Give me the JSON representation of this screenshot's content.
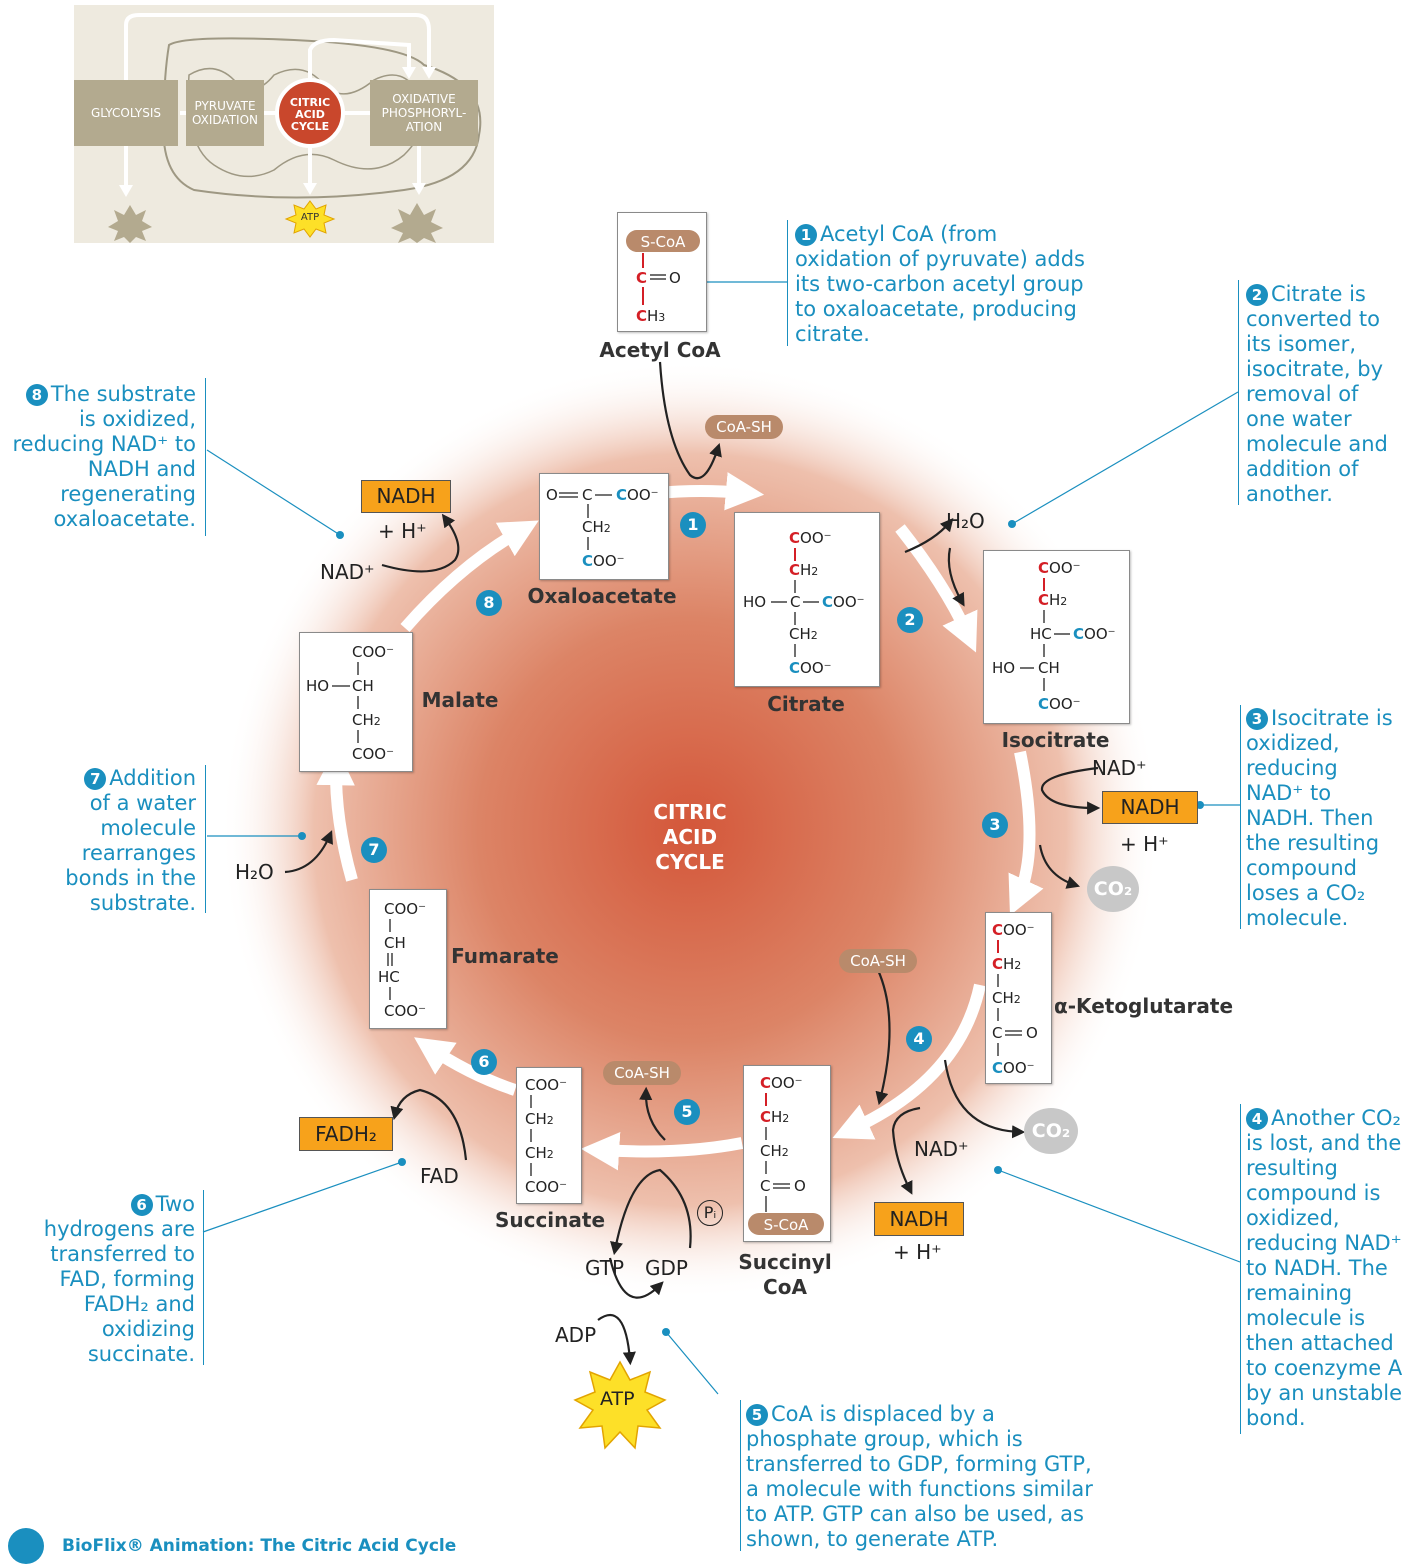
{
  "overview": {
    "glycolysis": "GLYCOLYSIS",
    "pyruvate_l1": "PYRUVATE",
    "pyruvate_l2": "OXIDATION",
    "cac_l1": "CITRIC",
    "cac_l2": "ACID",
    "cac_l3": "CYCLE",
    "ox_l1": "OXIDATIVE",
    "ox_l2": "PHOSPHORYL-",
    "ox_l3": "ATION",
    "atp": "ATP"
  },
  "center": {
    "l1": "CITRIC",
    "l2": "ACID",
    "l3": "CYCLE"
  },
  "molecules": {
    "acetyl_coa": "Acetyl CoA",
    "oxaloacetate": "Oxaloacetate",
    "citrate": "Citrate",
    "isocitrate": "Isocitrate",
    "ketoglutarate": "α-Ketoglutarate",
    "succinyl_l1": "Succinyl",
    "succinyl_l2": "CoA",
    "succinate": "Succinate",
    "fumarate": "Fumarate",
    "malate": "Malate"
  },
  "species": {
    "coa_sh": "CoA-SH",
    "s_coa": "S-CoA",
    "nadh": "NADH",
    "nad_plus": "NAD⁺",
    "h_plus": "+ H⁺",
    "h2o": "H₂O",
    "co2": "CO₂",
    "fadh2": "FADH₂",
    "fad": "FAD",
    "gtp": "GTP",
    "gdp": "GDP",
    "adp": "ADP",
    "atp": "ATP",
    "pi": "Pᵢ"
  },
  "callouts": {
    "c1": {
      "num": "1",
      "text": "Acetyl CoA (from oxidation of pyruvate) adds its two-carbon acetyl group to oxaloacetate, producing citrate."
    },
    "c2": {
      "num": "2",
      "text": "Citrate is converted to its isomer, isocitrate, by removal of one water molecule and addition of another."
    },
    "c3": {
      "num": "3",
      "text": "Isocitrate is oxidized, reducing NAD⁺ to NADH. Then the resulting compound loses a CO₂ molecule."
    },
    "c4": {
      "num": "4",
      "text": "Another CO₂ is lost, and the resulting compound is oxidized, reducing NAD⁺ to NADH. The remaining molecule is then attached to coenzyme A by an unstable bond."
    },
    "c5": {
      "num": "5",
      "text": "CoA is displaced by a phosphate group, which is transferred to GDP, forming GTP, a molecule with functions similar to ATP. GTP can also be used, as shown, to generate ATP."
    },
    "c6": {
      "num": "6",
      "text": "Two hydrogens are transferred to FAD, forming FADH₂ and oxidizing succinate."
    },
    "c7": {
      "num": "7",
      "text": "Addition of a water molecule rearranges bonds in the substrate."
    },
    "c8": {
      "num": "8",
      "text": "The substrate is oxidized, reducing NAD⁺ to NADH and regenerating oxaloacetate."
    }
  },
  "steps": [
    "1",
    "2",
    "3",
    "4",
    "5",
    "6",
    "7",
    "8"
  ],
  "footer": "BioFlix® Animation: The Citric Acid Cycle",
  "colors": {
    "accent": "#1a8fbf",
    "orange": "#f7a21b",
    "red": "#d41f26",
    "coa": "#b98a6b"
  }
}
